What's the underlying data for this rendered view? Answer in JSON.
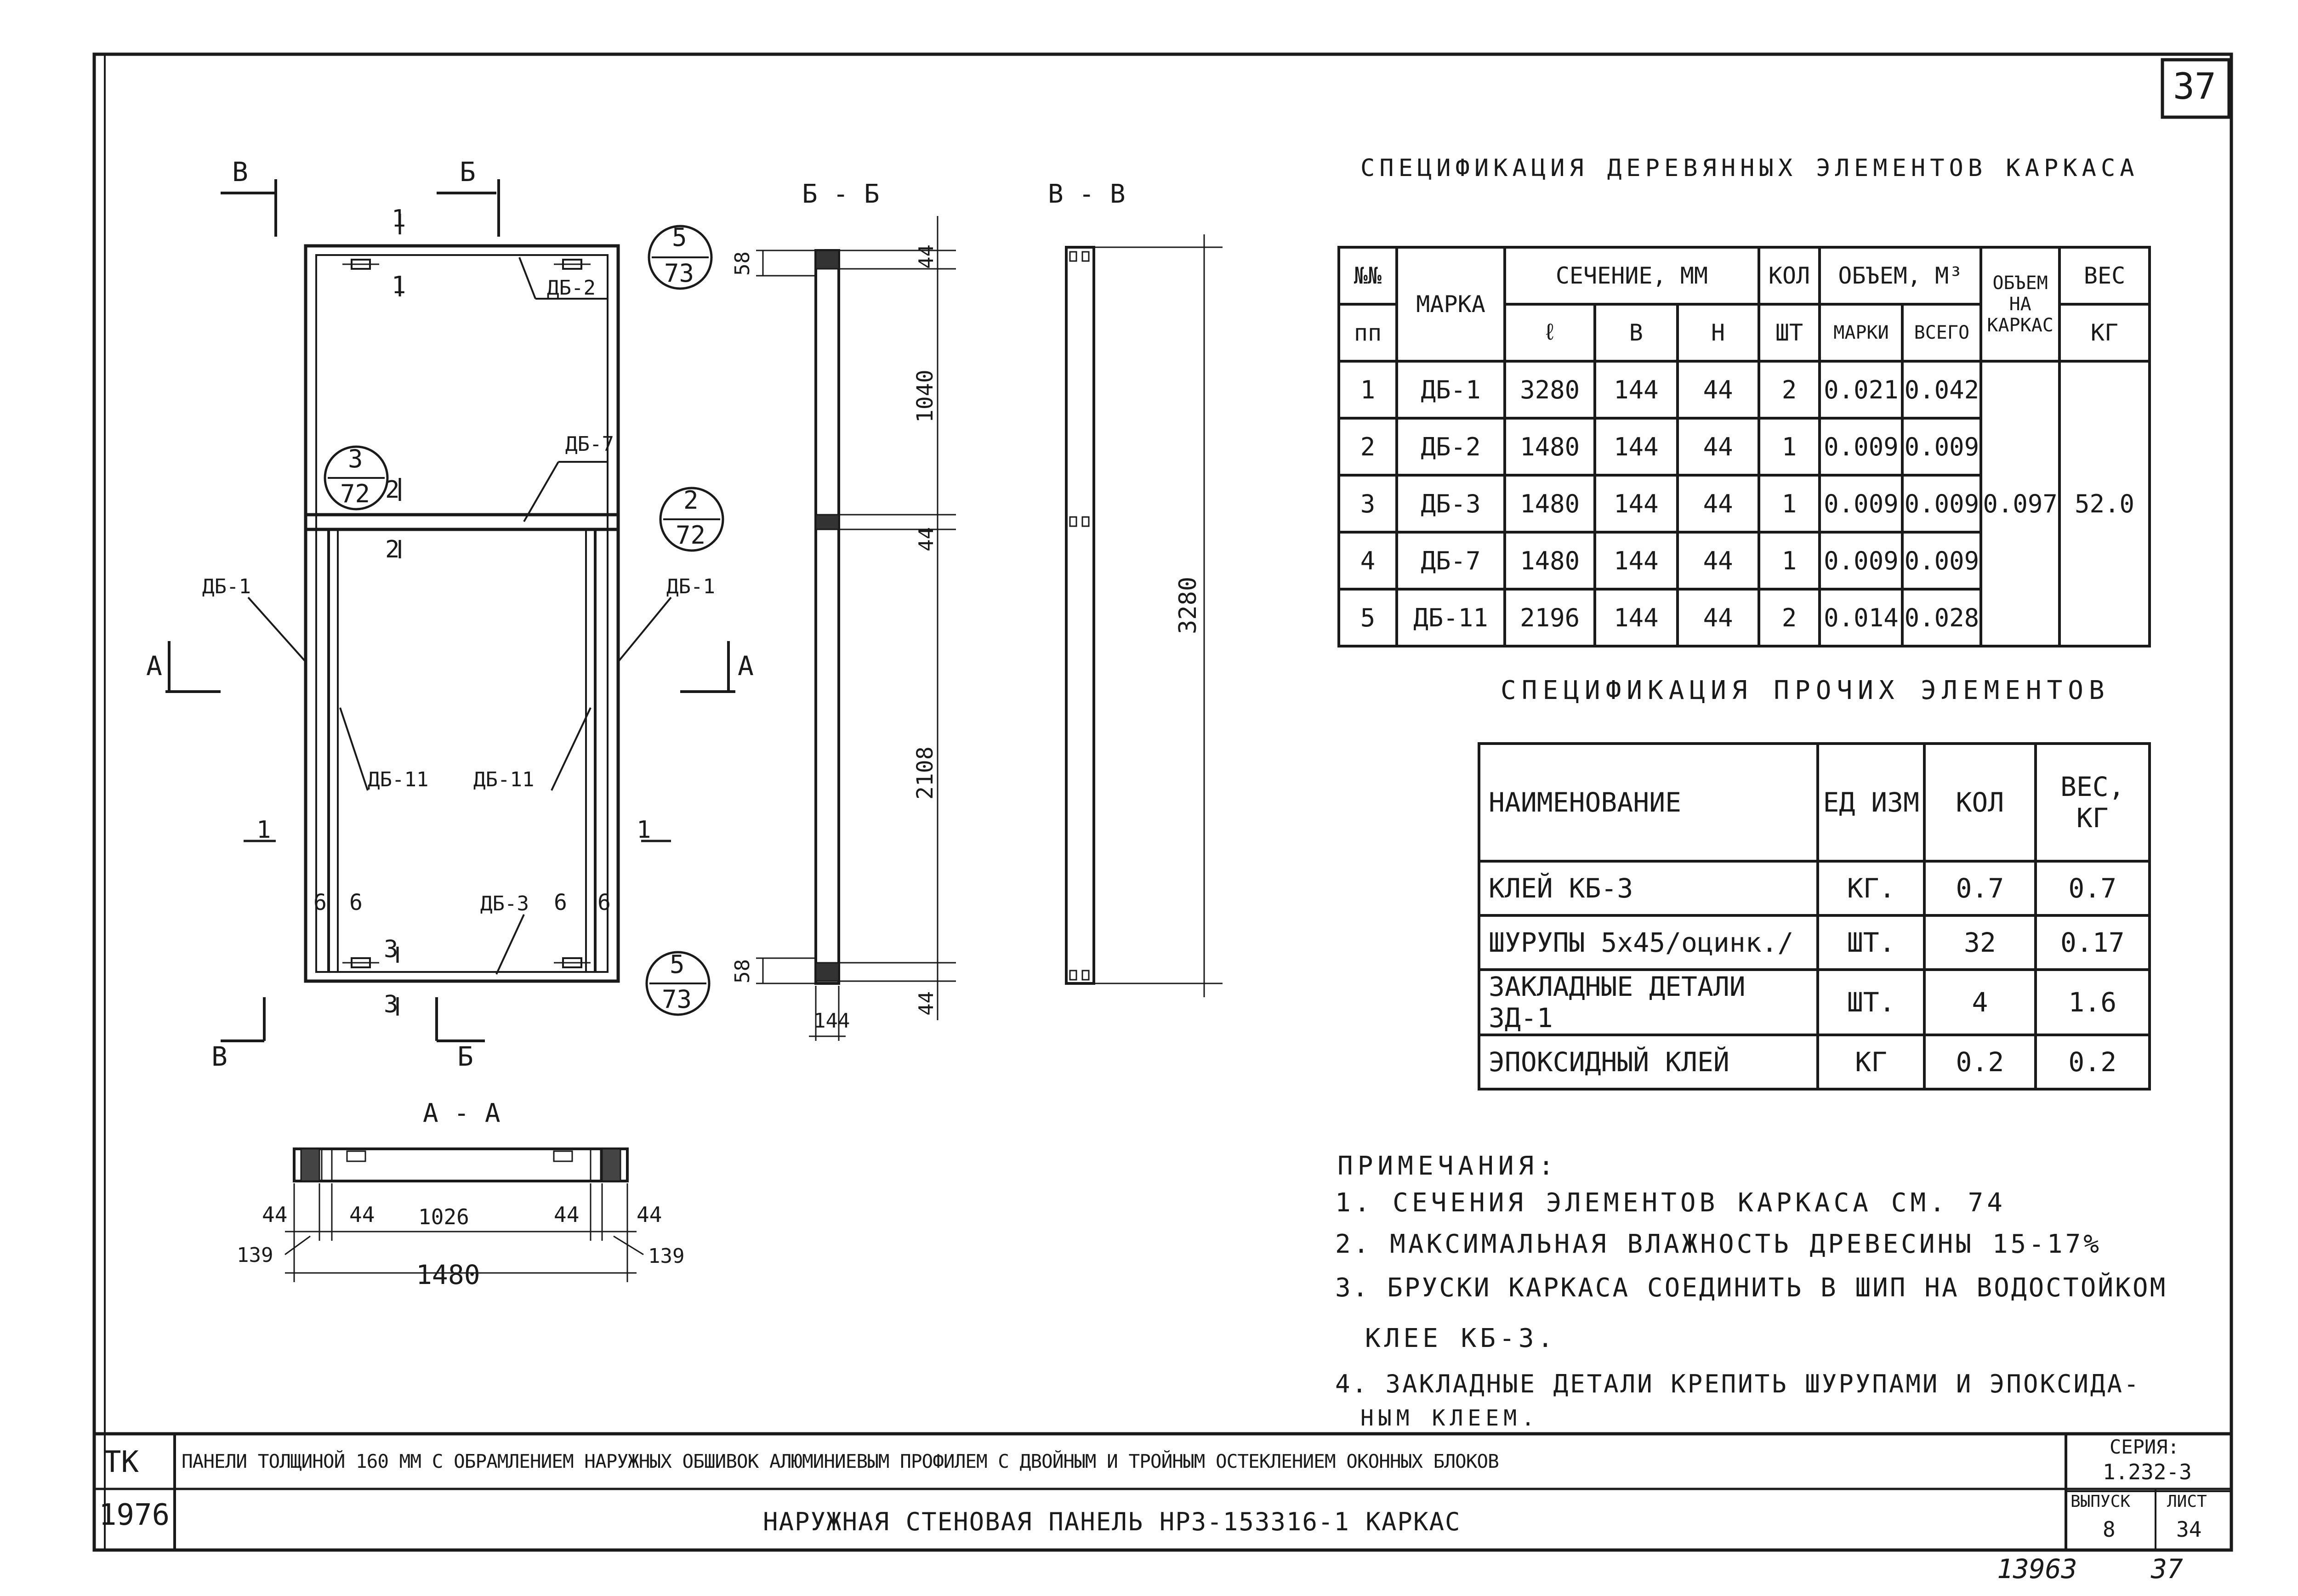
{
  "sheet_number": "37",
  "drawing": {
    "section_bb": "Б - Б",
    "section_vv": "В - В",
    "section_aa": "А - А",
    "cut_v": "В",
    "cut_b": "Б",
    "cut_a": "А",
    "labels": {
      "db1_left": "ДБ-1",
      "db1_right": "ДБ-1",
      "db2": "ДБ-2",
      "db7": "ДБ-7",
      "db11_left": "ДБ-11",
      "db11_right": "ДБ-11",
      "db3": "ДБ-3"
    },
    "node_refs": [
      {
        "top": "5",
        "bottom": "73"
      },
      {
        "top": "3",
        "bottom": "72"
      },
      {
        "top": "2",
        "bottom": "72"
      },
      {
        "top": "5",
        "bottom": "73"
      }
    ],
    "cut_marks": {
      "one": "1",
      "two": "2",
      "three": "3",
      "six": "6"
    },
    "dims_bb": {
      "d58_top": "58",
      "d44_top": "44",
      "d1040": "1040",
      "d44_mid": "44",
      "d2108": "2108",
      "d58_bot": "58",
      "d44_bot": "44",
      "d144": "144"
    },
    "dims_vv": {
      "d3280": "3280"
    },
    "dims_aa": {
      "d44a": "44",
      "d44b": "44",
      "d1026": "1026",
      "d44c": "44",
      "d44d": "44",
      "d139_left": "139",
      "d139_right": "139",
      "d1480": "1480"
    }
  },
  "spec_wood": {
    "title": "СПЕЦИФИКАЦИЯ ДЕРЕВЯННЫХ ЭЛЕМЕНТОВ КАРКАСА",
    "headers": {
      "num": "№№",
      "num2": "пп",
      "mark": "МАРКА",
      "section": "СЕЧЕНИЕ, ММ",
      "l": "ℓ",
      "b": "В",
      "h": "Н",
      "qty": "КОЛ",
      "qty2": "ШТ",
      "volume": "ОБЪЕМ, М³",
      "vol_mark": "МАРКИ",
      "vol_total": "ВСЕГО",
      "vol_frame": "ОБЪЕМ НА КАРКАС",
      "weight": "ВЕС",
      "weight2": "КГ"
    },
    "rows": [
      {
        "n": "1",
        "mark": "ДБ-1",
        "l": "3280",
        "b": "144",
        "h": "44",
        "qty": "2",
        "vm": "0.021",
        "vt": "0.042"
      },
      {
        "n": "2",
        "mark": "ДБ-2",
        "l": "1480",
        "b": "144",
        "h": "44",
        "qty": "1",
        "vm": "0.009",
        "vt": "0.009"
      },
      {
        "n": "3",
        "mark": "ДБ-3",
        "l": "1480",
        "b": "144",
        "h": "44",
        "qty": "1",
        "vm": "0.009",
        "vt": "0.009"
      },
      {
        "n": "4",
        "mark": "ДБ-7",
        "l": "1480",
        "b": "144",
        "h": "44",
        "qty": "1",
        "vm": "0.009",
        "vt": "0.009"
      },
      {
        "n": "5",
        "mark": "ДБ-11",
        "l": "2196",
        "b": "144",
        "h": "44",
        "qty": "2",
        "vm": "0.014",
        "vt": "0.028"
      }
    ],
    "frame_volume": "0.097",
    "frame_weight": "52.0"
  },
  "spec_other": {
    "title": "СПЕЦИФИКАЦИЯ ПРОЧИХ ЭЛЕМЕНТОВ",
    "headers": {
      "name": "НАИМЕНОВАНИЕ",
      "unit": "ЕД ИЗМ",
      "qty": "КОЛ",
      "weight": "ВЕС, КГ"
    },
    "rows": [
      {
        "name": "КЛЕЙ КБ-3",
        "unit": "КГ.",
        "qty": "0.7",
        "weight": "0.7"
      },
      {
        "name": "ШУРУПЫ 5х45/оцинк./",
        "unit": "ШТ.",
        "qty": "32",
        "weight": "0.17"
      },
      {
        "name": "ЗАКЛАДНЫЕ ДЕТАЛИ ЗД-1",
        "unit": "ШТ.",
        "qty": "4",
        "weight": "1.6"
      },
      {
        "name": "ЭПОКСИДНЫЙ КЛЕЙ",
        "unit": "КГ",
        "qty": "0.2",
        "weight": "0.2"
      }
    ]
  },
  "notes": {
    "title": "ПРИМЕЧАНИЯ:",
    "items": [
      "1. СЕЧЕНИЯ ЭЛЕМЕНТОВ КАРКАСА СМ. 74",
      "2. МАКСИМАЛЬНАЯ ВЛАЖНОСТЬ ДРЕВЕСИНЫ 15-17%",
      "3. БРУСКИ КАРКАСА СОЕДИНИТЬ В ШИП НА ВОДОСТОЙКОМ",
      "КЛЕЕ КБ-3.",
      "4. ЗАКЛАДНЫЕ ДЕТАЛИ КРЕПИТЬ ШУРУПАМИ И ЭПОКСИДА-",
      "НЫМ КЛЕЕМ."
    ]
  },
  "title_block": {
    "org": "ТК",
    "year": "1976",
    "main_title": "ПАНЕЛИ ТОЛЩИНОЙ 160 ММ С ОБРАМЛЕНИЕМ НАРУЖНЫХ ОБШИВОК АЛЮМИНИЕВЫМ ПРОФИЛЕМ С ДВОЙНЫМ И ТРОЙНЫМ ОСТЕКЛЕНИЕМ ОКОННЫХ БЛОКОВ",
    "subtitle": "НАРУЖНАЯ СТЕНОВАЯ ПАНЕЛЬ НР3-153316-1 КАРКАС",
    "series_label": "СЕРИЯ:",
    "series": "1.232-3",
    "issue_label": "ВЫПУСК",
    "issue": "8",
    "sheet_label": "ЛИСТ",
    "sheet": "34"
  },
  "footer": {
    "archive": "13963",
    "page": "37"
  }
}
